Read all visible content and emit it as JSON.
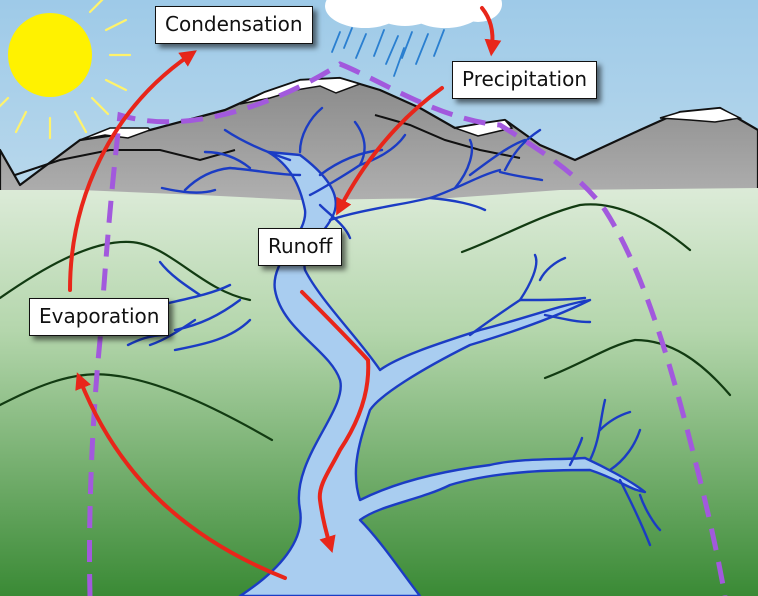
{
  "labels": {
    "condensation": "Condensation",
    "precipitation": "Precipitation",
    "runoff": "Runoff",
    "evaporation": "Evaporation"
  },
  "colors": {
    "sky_top": "#a9d0ea",
    "sky_bottom": "#eef5ee",
    "ground_top": "#c9e2c4",
    "ground_bottom": "#3f8f3a",
    "sun": "#fff200",
    "sun_rays": "#fff36b",
    "mountain": "#b5b5b5",
    "snow": "#ffffff",
    "river_fill": "#a9cdf0",
    "river_stroke": "#1b3cc4",
    "rain": "#2a7fd0",
    "hill_line": "#123b12",
    "cycle_arrow": "#e8261a",
    "dashed_path": "#a259dd"
  },
  "icons": [
    "sun-icon",
    "cloud-icon",
    "rain-icon"
  ]
}
